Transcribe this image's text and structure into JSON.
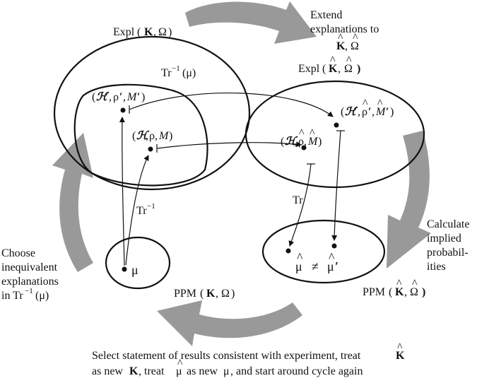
{
  "labels": {
    "extend_line1": "Extend",
    "extend_line2": "explanations to",
    "calculate_line1": "Calculate",
    "calculate_line2": "implied",
    "calculate_line3": "probabil-",
    "calculate_line4": "ities",
    "choose_line1": "Choose",
    "choose_line2": "inequivalent",
    "choose_line3": "explanations",
    "choose_line4_prefix": "in Tr",
    "choose_line4_suffix": "(μ)",
    "expl": "Expl",
    "ppm": "PPM",
    "tr": "Tr",
    "tr_inverse_mu_suffix": "(μ)",
    "exponent": "−1",
    "bold_K": "K",
    "omega": "Ω",
    "mu": "μ",
    "rho": "ρ",
    "H": "ℋ",
    "M": "M",
    "neq": "≠",
    "hat": "^",
    "prime": "′",
    "comma": ",",
    "open_paren": "(",
    "close_paren": ")",
    "bottom_line1_a": "Select statement of results consistent with experiment, treat",
    "bottom_line2_a": "as new",
    "bottom_line2_b": ", treat",
    "bottom_line2_c": "as new",
    "bottom_line2_d": ", and start around cycle again"
  },
  "colors": {
    "cycle_arrow": "#999999",
    "ink": "#111111"
  }
}
